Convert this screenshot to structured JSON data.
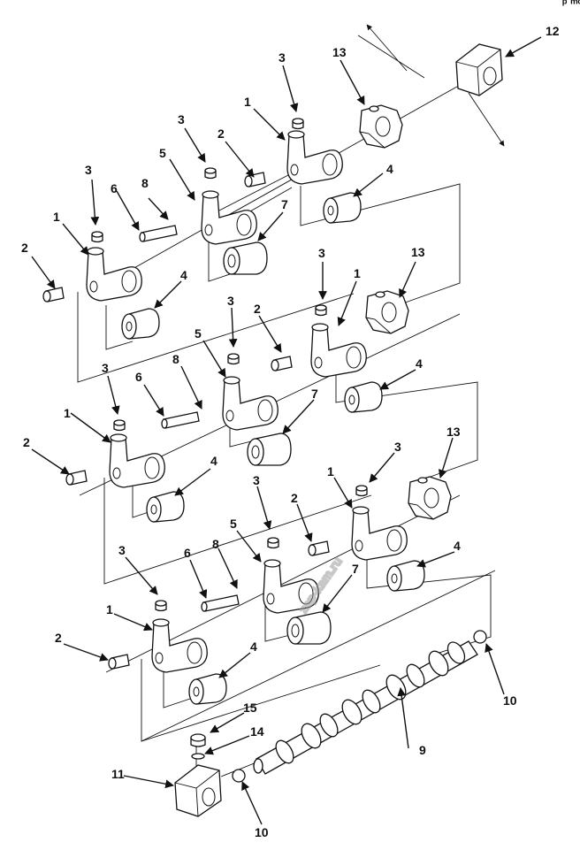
{
  "watermark": "zap-kam.ru",
  "corner_mark": "ᵖ ᵐᵒ",
  "callouts": {
    "rocker_arm": "1",
    "shaft_plug": "2",
    "adjusting_screw": "3",
    "spacer": "4",
    "center_rocker": "5",
    "dowel": "6",
    "spring": "7",
    "pin": "8",
    "camshaft": "9",
    "ball": "10",
    "left_bracket": "11",
    "right_bracket": "12",
    "support": "13",
    "washer": "14",
    "bolt": "15"
  }
}
